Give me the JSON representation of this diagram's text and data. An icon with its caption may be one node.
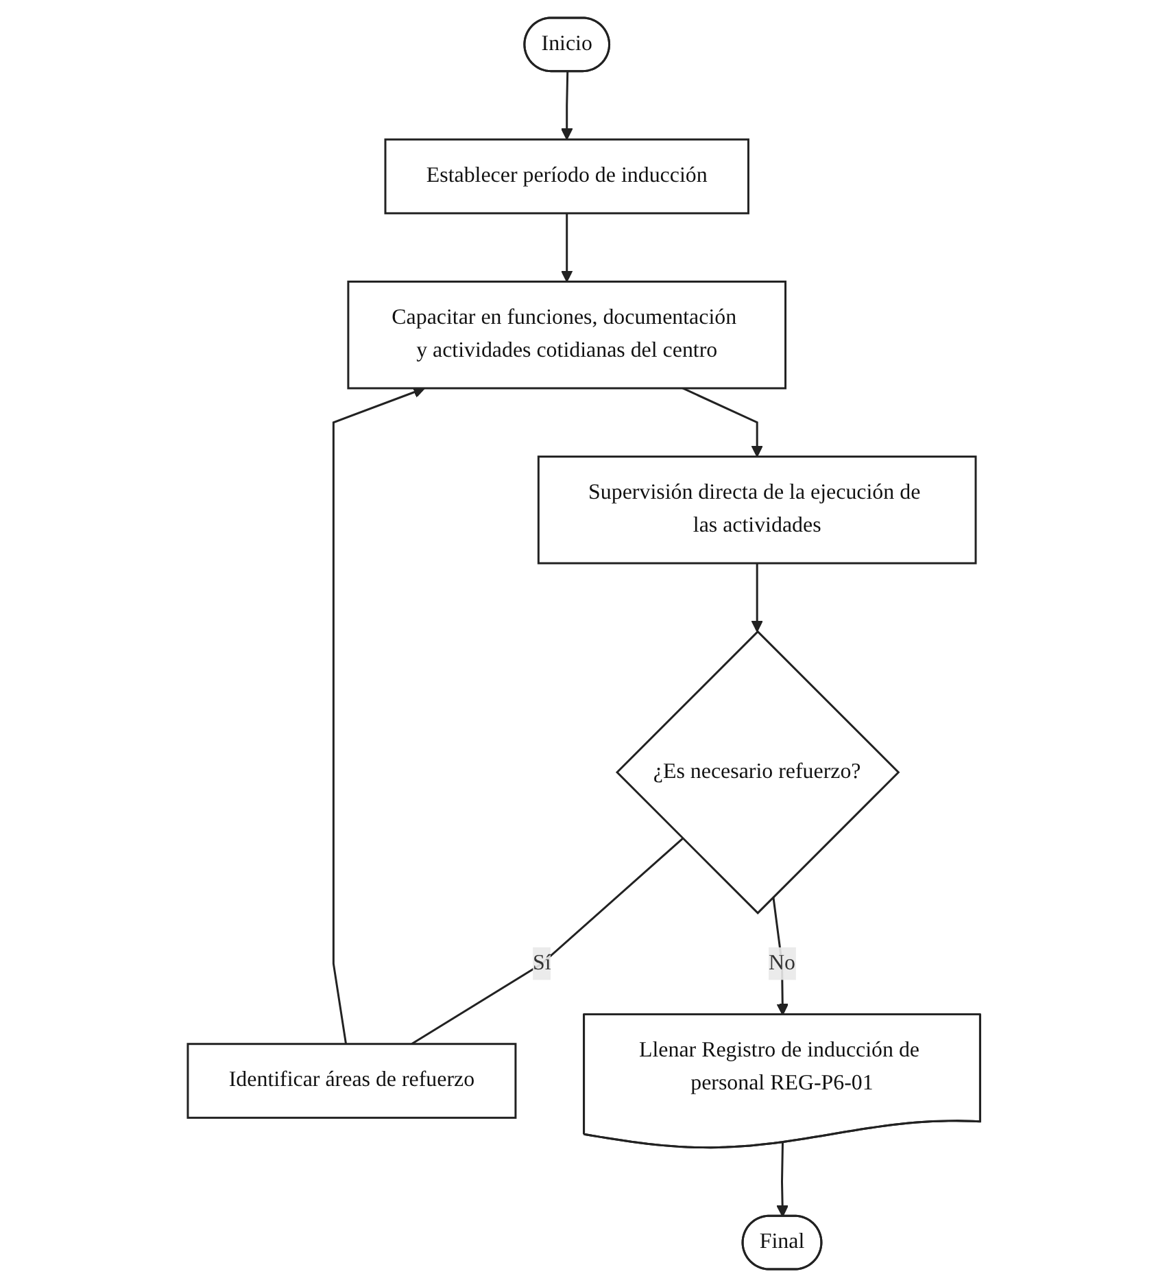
{
  "diagram": {
    "nodes": [
      {
        "text": [
          "Inicio"
        ]
      },
      {
        "text": [
          "Establecer período de inducción"
        ]
      },
      {
        "text": [
          "Capacitar en funciones, documentación y actividades cotidianas del centro"
        ]
      },
      {
        "text": [
          "Supervisión directa de la ejecución de las actividades"
        ]
      },
      {
        "text": [
          "¿Es necesario refuerzo?"
        ]
      },
      {
        "text": [
          "Identificar áreas de refuerzo"
        ]
      },
      {
        "text": [
          "Llenar Registro de inducción de personal REG-P6-01"
        ]
      },
      {
        "text": [
          "Final"
        ]
      }
    ],
    "edges": [
      {
        "from": 0,
        "to": 1,
        "arrow": "to"
      },
      {
        "from": 1,
        "to": 2,
        "arrow": "to"
      },
      {
        "from": 2,
        "to": 3,
        "arrow": "to"
      },
      {
        "from": 3,
        "to": 4,
        "arrow": "to"
      },
      {
        "from": 4,
        "to": 5,
        "arrow": "none",
        "label": "Sí"
      },
      {
        "from": 5,
        "to": 2,
        "arrow": "to"
      },
      {
        "from": 4,
        "to": 6,
        "arrow": "to",
        "label": "No"
      },
      {
        "from": 6,
        "to": 7,
        "arrow": "to"
      }
    ]
  }
}
